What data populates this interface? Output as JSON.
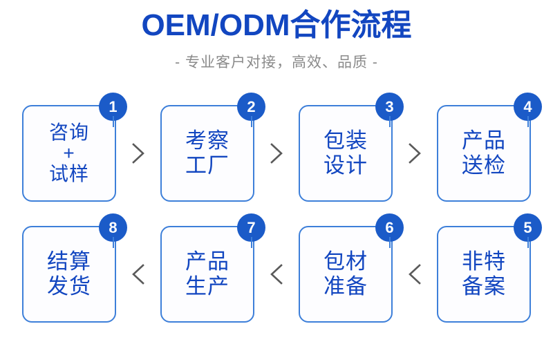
{
  "header": {
    "title": "OEM/ODM合作流程",
    "subtitle": "- 专业客户对接，高效、品质 -"
  },
  "colors": {
    "title_blue": "#1246C0",
    "box_text_blue": "#1246C0",
    "box_border_blue": "#3d7fd9",
    "badge_blue": "#1B5BC8",
    "subtitle_gray": "#8a8a8a",
    "chevron_gray": "#5a5a5a",
    "background": "#ffffff"
  },
  "flow": {
    "row1": {
      "direction": "left-to-right",
      "connector_icon": "chevron-right-icon",
      "steps": [
        {
          "number": "1",
          "label": "咨询\n+\n试样",
          "compact": true
        },
        {
          "number": "2",
          "label": "考察\n工厂",
          "compact": false
        },
        {
          "number": "3",
          "label": "包装\n设计",
          "compact": false
        },
        {
          "number": "4",
          "label": "产品\n送检",
          "compact": false
        }
      ]
    },
    "row2": {
      "direction": "right-to-left",
      "connector_icon": "chevron-left-icon",
      "steps": [
        {
          "number": "8",
          "label": "结算\n发货",
          "compact": false
        },
        {
          "number": "7",
          "label": "产品\n生产",
          "compact": false
        },
        {
          "number": "6",
          "label": "包材\n准备",
          "compact": false
        },
        {
          "number": "5",
          "label": "非特\n备案",
          "compact": false
        }
      ]
    }
  }
}
